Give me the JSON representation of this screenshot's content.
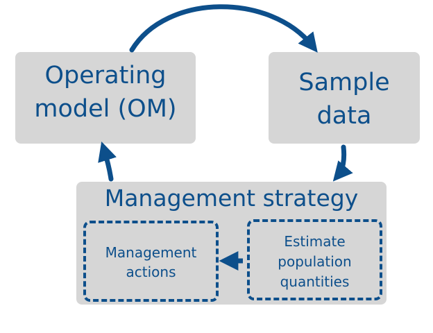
{
  "operating_model": {
    "label": "Operating\nmodel (OM)"
  },
  "sample_data": {
    "label": "Sample\ndata"
  },
  "management_strategy": {
    "title": "Management strategy",
    "actions_label": "Management\nactions",
    "estimate_label": "Estimate\npopulation\nquantities"
  },
  "colors": {
    "accent": "#0d4f8b",
    "box_fill": "#d6d6d6"
  }
}
